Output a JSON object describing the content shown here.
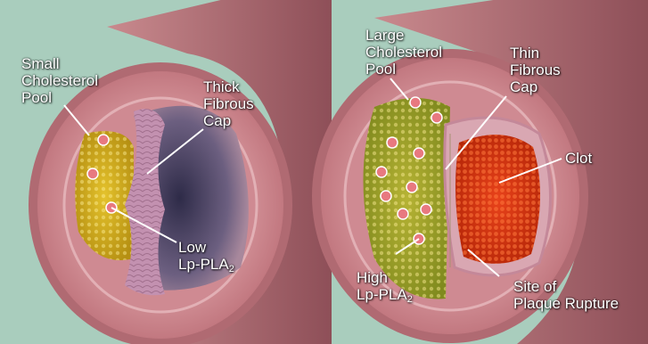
{
  "colors": {
    "background": "#a9cdbd",
    "vessel_outer": "#b06a72",
    "vessel_wall": "#d2939a",
    "cholesterol_small": "#d8b21e",
    "cholesterol_large": "#9fa82a",
    "clot": "#d3330d",
    "lumen_dark": "#3c3a5a"
  },
  "left_vessel": {
    "small_cholesterol_pool": [
      "Small",
      "Cholesterol",
      "Pool"
    ],
    "thick_fibrous_cap": [
      "Thick",
      "Fibrous",
      "Cap"
    ],
    "low_lp_pla2": {
      "line1": "Low",
      "line2": "Lp-PLA",
      "sub": "2"
    }
  },
  "right_vessel": {
    "large_cholesterol_pool": [
      "Large",
      "Cholesterol",
      "Pool"
    ],
    "thin_fibrous_cap": [
      "Thin",
      "Fibrous",
      "Cap"
    ],
    "clot": "Clot",
    "high_lp_pla2": {
      "line1": "High",
      "line2": "Lp-PLA",
      "sub": "2"
    },
    "site_of_plaque_rupture": [
      "Site of",
      "Plaque Rupture"
    ]
  }
}
